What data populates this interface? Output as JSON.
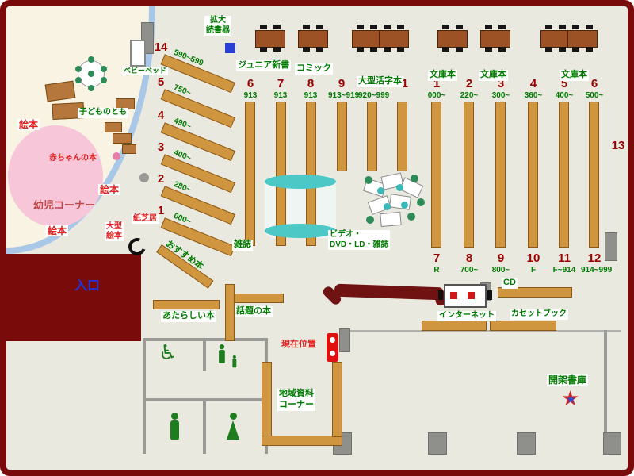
{
  "colors": {
    "wall_border": "#7a0b0b",
    "shelf": "#cf953f",
    "label_green": "#007a00",
    "label_red": "#e02020",
    "number_red": "#990000",
    "entrance_blue": "#2233dd",
    "kids_pink": "#f7c6d9",
    "teal": "#4cc8c6"
  },
  "kids": {
    "baby_bed": "ベビーベッド",
    "kodomo": "子どものとも",
    "baby_books": "赤ちゃんの本",
    "corner": "幼児コーナー",
    "ehon1": "絵本",
    "ehon2": "絵本",
    "ehon3": "絵本",
    "large_ehon": {
      "line1": "大型",
      "line2": "絵本"
    },
    "kamishibai": "紙芝居"
  },
  "entrance": "入口",
  "recommend": "おすすめ本",
  "magnifier": {
    "line1": "拡大",
    "line2": "読書器"
  },
  "sections": {
    "junior": "ジュニア新書",
    "comic": "コミック",
    "large_print": "大型活字本",
    "bunko1": "文庫本",
    "bunko2": "文庫本",
    "bunko3": "文庫本"
  },
  "diagonal_shelves": [
    {
      "num": "14",
      "range": "590~599"
    },
    {
      "num": "5",
      "range": "750~"
    },
    {
      "num": "4",
      "range": "490~"
    },
    {
      "num": "3",
      "range": "400~"
    },
    {
      "num": "2",
      "range": "280~"
    },
    {
      "num": "1",
      "range": "000~"
    }
  ],
  "left_columns": [
    {
      "num": "6",
      "range": "913"
    },
    {
      "num": "7",
      "range": "913"
    },
    {
      "num": "8",
      "range": "913"
    },
    {
      "num": "9",
      "range": "913~919"
    },
    {
      "num": "10",
      "range": "920~999"
    },
    {
      "num": "11",
      "range": ""
    }
  ],
  "right_columns": [
    {
      "num": "1",
      "range": "000~"
    },
    {
      "num": "2",
      "range": "220~"
    },
    {
      "num": "3",
      "range": "300~"
    },
    {
      "num": "4",
      "range": "360~"
    },
    {
      "num": "5",
      "range": "400~"
    },
    {
      "num": "6",
      "range": "500~"
    }
  ],
  "bottom_columns": [
    {
      "num": "7",
      "range": "R"
    },
    {
      "num": "8",
      "range": "700~"
    },
    {
      "num": "9",
      "range": "800~"
    },
    {
      "num": "10",
      "range": "F"
    },
    {
      "num": "11",
      "range": "F~914"
    },
    {
      "num": "12",
      "range": "914~999"
    }
  ],
  "shelf13": "13",
  "magazines": "雑誌",
  "video": {
    "line1": "ビデオ・",
    "line2": "DVD・LD・雑誌"
  },
  "cd": "CD",
  "internet": "インターネット",
  "cassette": "カセットブック",
  "new_books": "あたらしい本",
  "topic_books": "話題の本",
  "current_location": "現在位置",
  "local_materials": {
    "line1": "地域資料",
    "line2": "コーナー"
  },
  "stacks": "開架書庫"
}
